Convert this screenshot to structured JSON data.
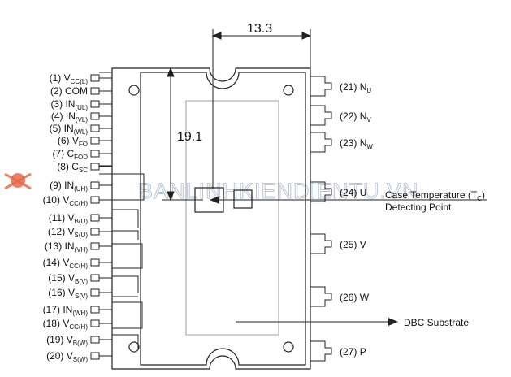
{
  "dimensions": {
    "width_value": "13.3",
    "height_value": "19.1"
  },
  "left_pins": [
    {
      "num": "(1)",
      "name": "V",
      "sub": "CC(L)"
    },
    {
      "num": "(2)",
      "name": "COM",
      "sub": ""
    },
    {
      "num": "(3)",
      "name": "IN",
      "sub": "(UL)"
    },
    {
      "num": "(4)",
      "name": "IN",
      "sub": "(VL)"
    },
    {
      "num": "(5)",
      "name": "IN",
      "sub": "(WL)"
    },
    {
      "num": "(6)",
      "name": "V",
      "sub": "FO"
    },
    {
      "num": "(7)",
      "name": "C",
      "sub": "FOD"
    },
    {
      "num": "(8)",
      "name": "C",
      "sub": "SC"
    },
    {
      "num": "(9)",
      "name": "IN",
      "sub": "(UH)"
    },
    {
      "num": "(10)",
      "name": "V",
      "sub": "CC(H)"
    },
    {
      "num": "(11)",
      "name": "V",
      "sub": "B(U)"
    },
    {
      "num": "(12)",
      "name": "V",
      "sub": "S(U)"
    },
    {
      "num": "(13)",
      "name": "IN",
      "sub": "(VH)"
    },
    {
      "num": "(14)",
      "name": "V",
      "sub": "CC(H)"
    },
    {
      "num": "(15)",
      "name": "V",
      "sub": "B(V)"
    },
    {
      "num": "(16)",
      "name": "V",
      "sub": "S(V)"
    },
    {
      "num": "(17)",
      "name": "IN",
      "sub": "(WH)"
    },
    {
      "num": "(18)",
      "name": "V",
      "sub": "CC(H)"
    },
    {
      "num": "(19)",
      "name": "V",
      "sub": "B(W)"
    },
    {
      "num": "(20)",
      "name": "V",
      "sub": "S(W)"
    }
  ],
  "right_pins": [
    {
      "num": "(21)",
      "name": "N",
      "sub": "U"
    },
    {
      "num": "(22)",
      "name": "N",
      "sub": "V"
    },
    {
      "num": "(23)",
      "name": "N",
      "sub": "W"
    },
    {
      "num": "(24)",
      "name": "U",
      "sub": ""
    },
    {
      "num": "(25)",
      "name": "V",
      "sub": ""
    },
    {
      "num": "(26)",
      "name": "W",
      "sub": ""
    },
    {
      "num": "(27)",
      "name": "P",
      "sub": ""
    }
  ],
  "annotations": {
    "case_temp_line1": "Case Temperature (T",
    "case_temp_sub": "C",
    "case_temp_close": ")",
    "case_temp_line2": "Detecting Point",
    "dbc_substrate": "DBC Substrate"
  },
  "watermark": {
    "text": "BANLINHKIENDIENTU.VN",
    "logo_color": "#e8684a"
  }
}
